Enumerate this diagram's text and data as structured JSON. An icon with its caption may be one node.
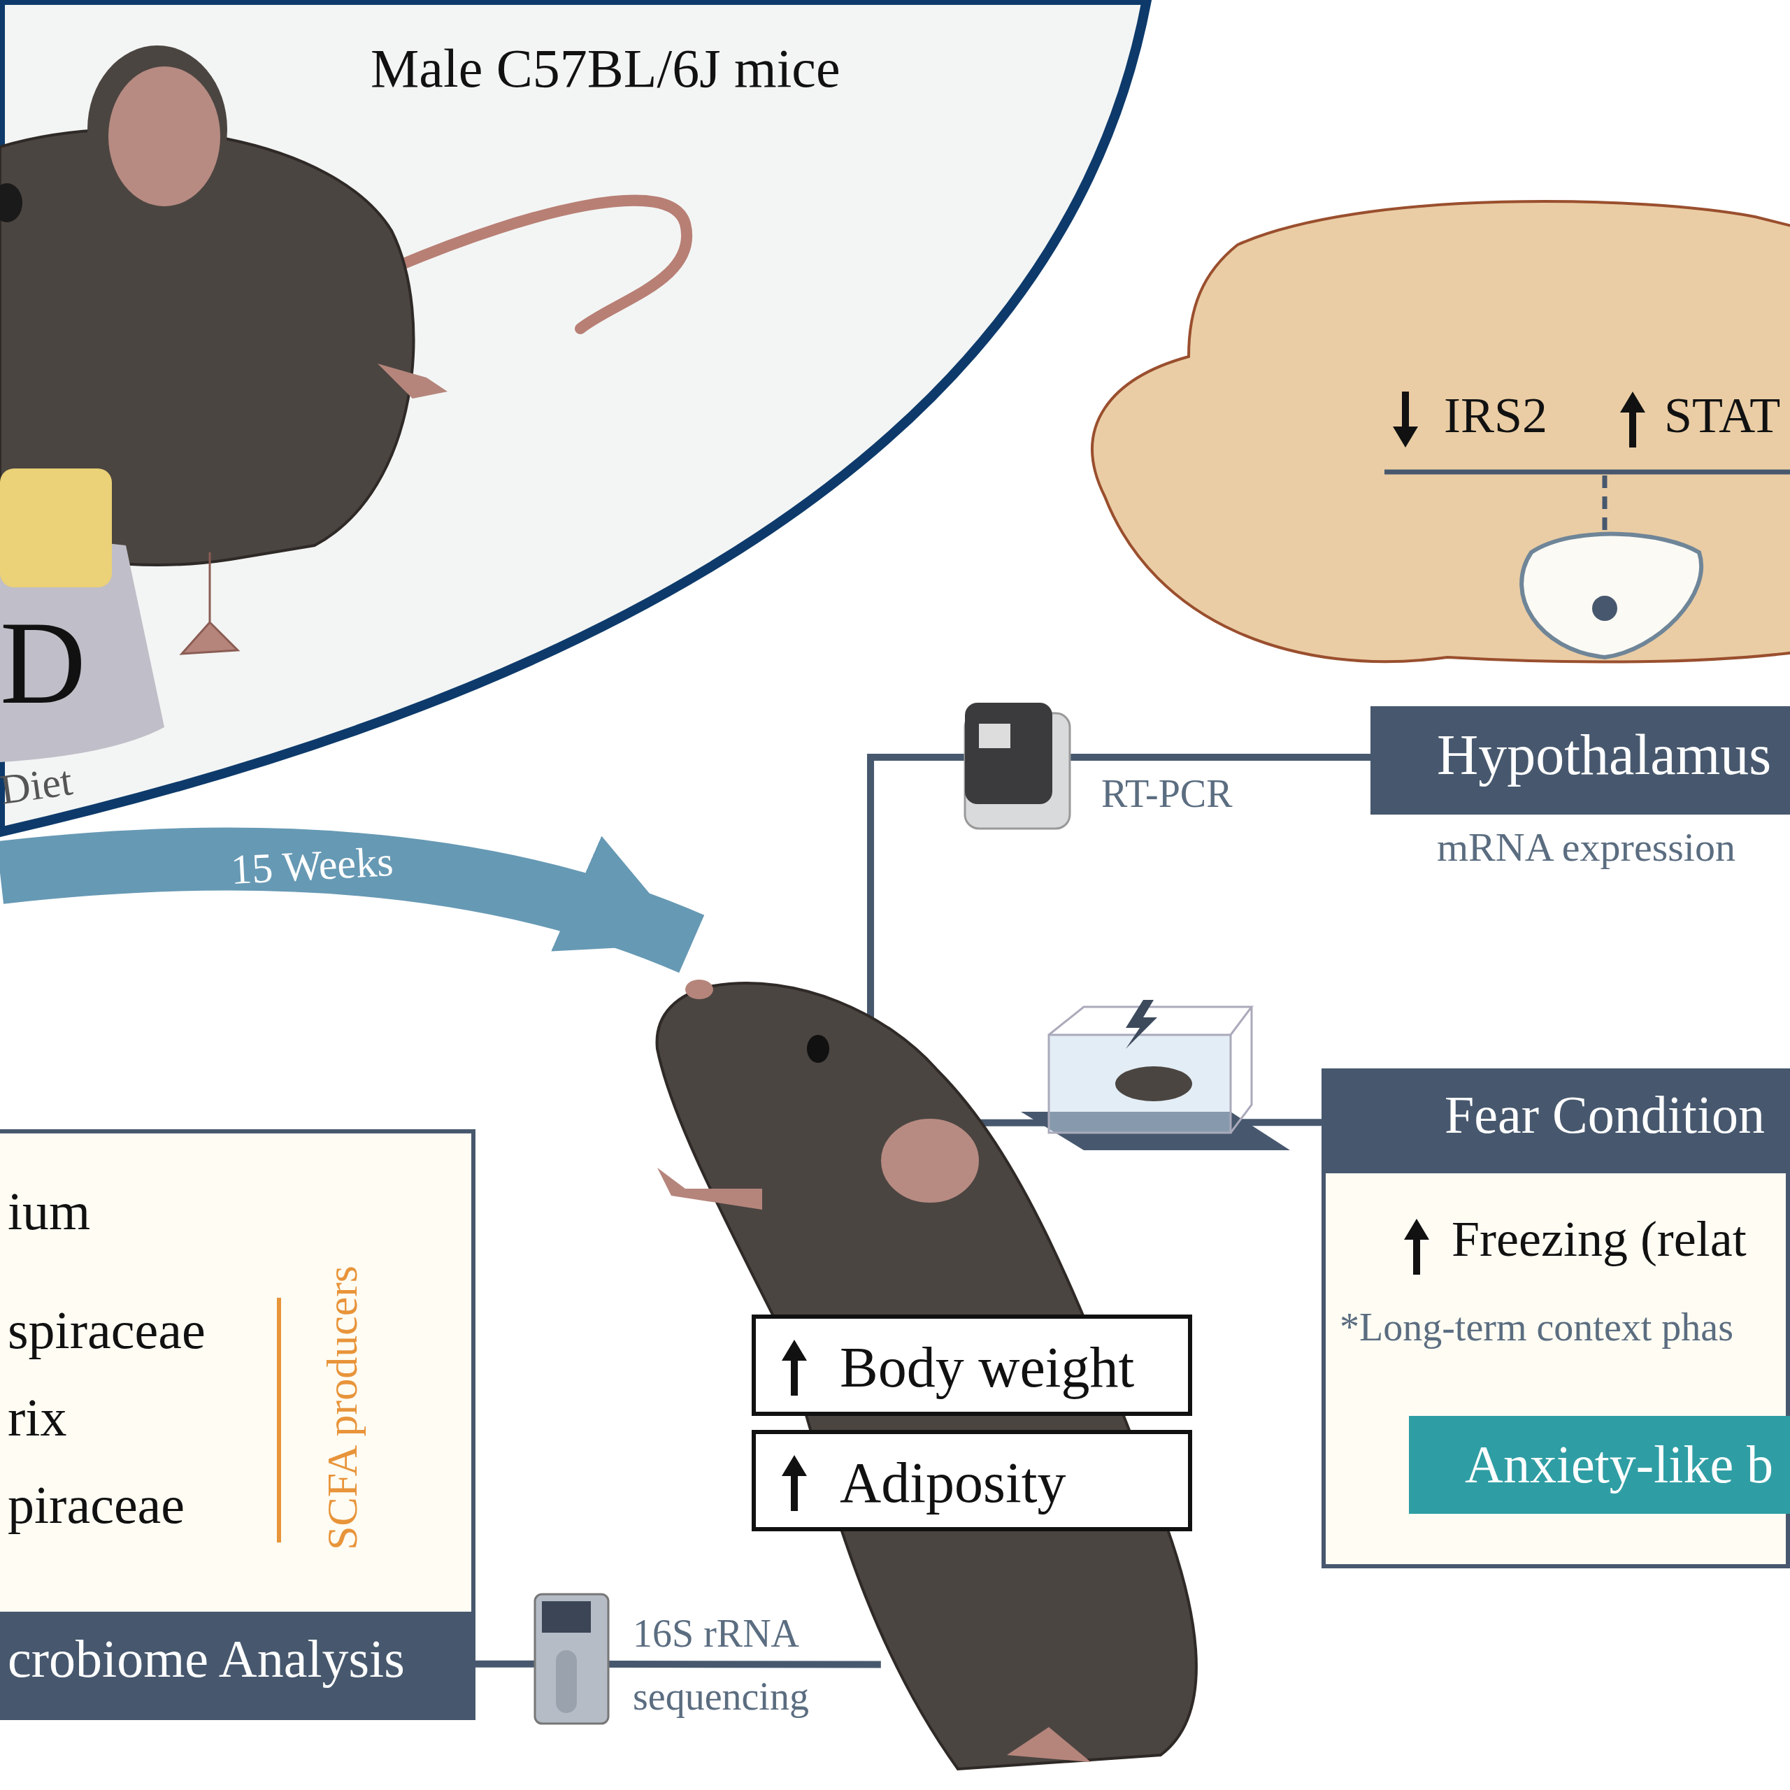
{
  "diagram": {
    "nodes": [
      {
        "text": [
          "Male C57BL/6J mice"
        ]
      },
      {
        "text": [],
        "shape": "picture"
      },
      {
        "text": [
          "Body weight"
        ],
        "in": 1
      },
      {
        "text": [
          "Adiposity"
        ],
        "in": 1
      },
      {
        "text": [
          "Hypothalamus"
        ],
        "beside": [
          "mRNA expression"
        ]
      },
      {
        "text": [
          "IRS2",
          "STAT"
        ]
      },
      {
        "text": [
          "Fear Condition",
          "Freezing (relat",
          "*Long-term context phas"
        ]
      },
      {
        "text": [
          "Anxiety-like b"
        ],
        "in": 6
      },
      {
        "text": [
          "ium",
          "spiraceae",
          "rix",
          "piraceae",
          "crobiome Analysis"
        ]
      }
    ],
    "edges": [
      {
        "from": 0,
        "to": 1,
        "arrow": "to",
        "label": "15 Weeks",
        "style": "thick",
        "color": "#6699b4"
      },
      {
        "from": 1,
        "to": 4,
        "arrow": "none",
        "label": "RT-PCR"
      },
      {
        "from": 1,
        "to": 6,
        "arrow": "none"
      },
      {
        "from": 1,
        "to": 8,
        "arrow": "none",
        "label": "16S rRNA sequencing"
      }
    ],
    "labels": [
      "D",
      "Diet",
      "SCFA producers"
    ]
  }
}
